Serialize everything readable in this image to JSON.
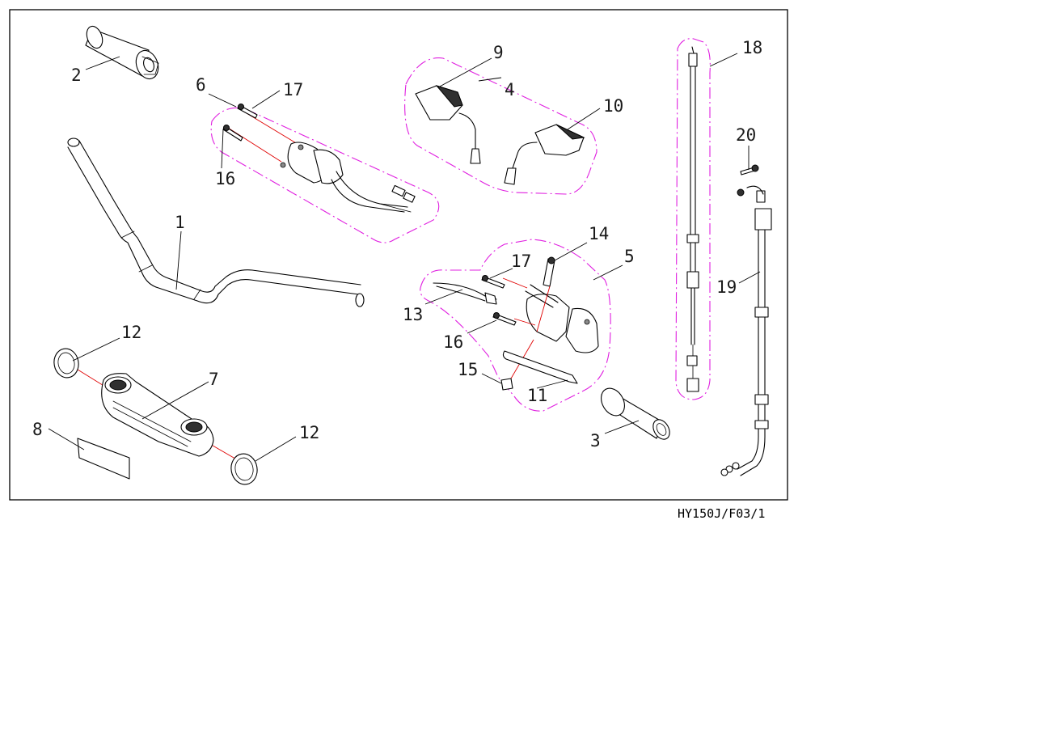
{
  "diagram": {
    "reference": "HY150J/F03/1",
    "callouts": [
      {
        "id": "1",
        "text": "1"
      },
      {
        "id": "2",
        "text": "2"
      },
      {
        "id": "3",
        "text": "3"
      },
      {
        "id": "4",
        "text": "4"
      },
      {
        "id": "5",
        "text": "5"
      },
      {
        "id": "6",
        "text": "6"
      },
      {
        "id": "7",
        "text": "7"
      },
      {
        "id": "8",
        "text": "8"
      },
      {
        "id": "9",
        "text": "9"
      },
      {
        "id": "10",
        "text": "10"
      },
      {
        "id": "11",
        "text": "11"
      },
      {
        "id": "12a",
        "text": "12"
      },
      {
        "id": "12b",
        "text": "12"
      },
      {
        "id": "13",
        "text": "13"
      },
      {
        "id": "14",
        "text": "14"
      },
      {
        "id": "15",
        "text": "15"
      },
      {
        "id": "16a",
        "text": "16"
      },
      {
        "id": "16b",
        "text": "16"
      },
      {
        "id": "17a",
        "text": "17"
      },
      {
        "id": "17b",
        "text": "17"
      },
      {
        "id": "18",
        "text": "18"
      },
      {
        "id": "19",
        "text": "19"
      },
      {
        "id": "20",
        "text": "20"
      }
    ],
    "colors": {
      "group_outline": "#e020e0",
      "alignment_line": "#e00000",
      "line": "#000000"
    }
  }
}
